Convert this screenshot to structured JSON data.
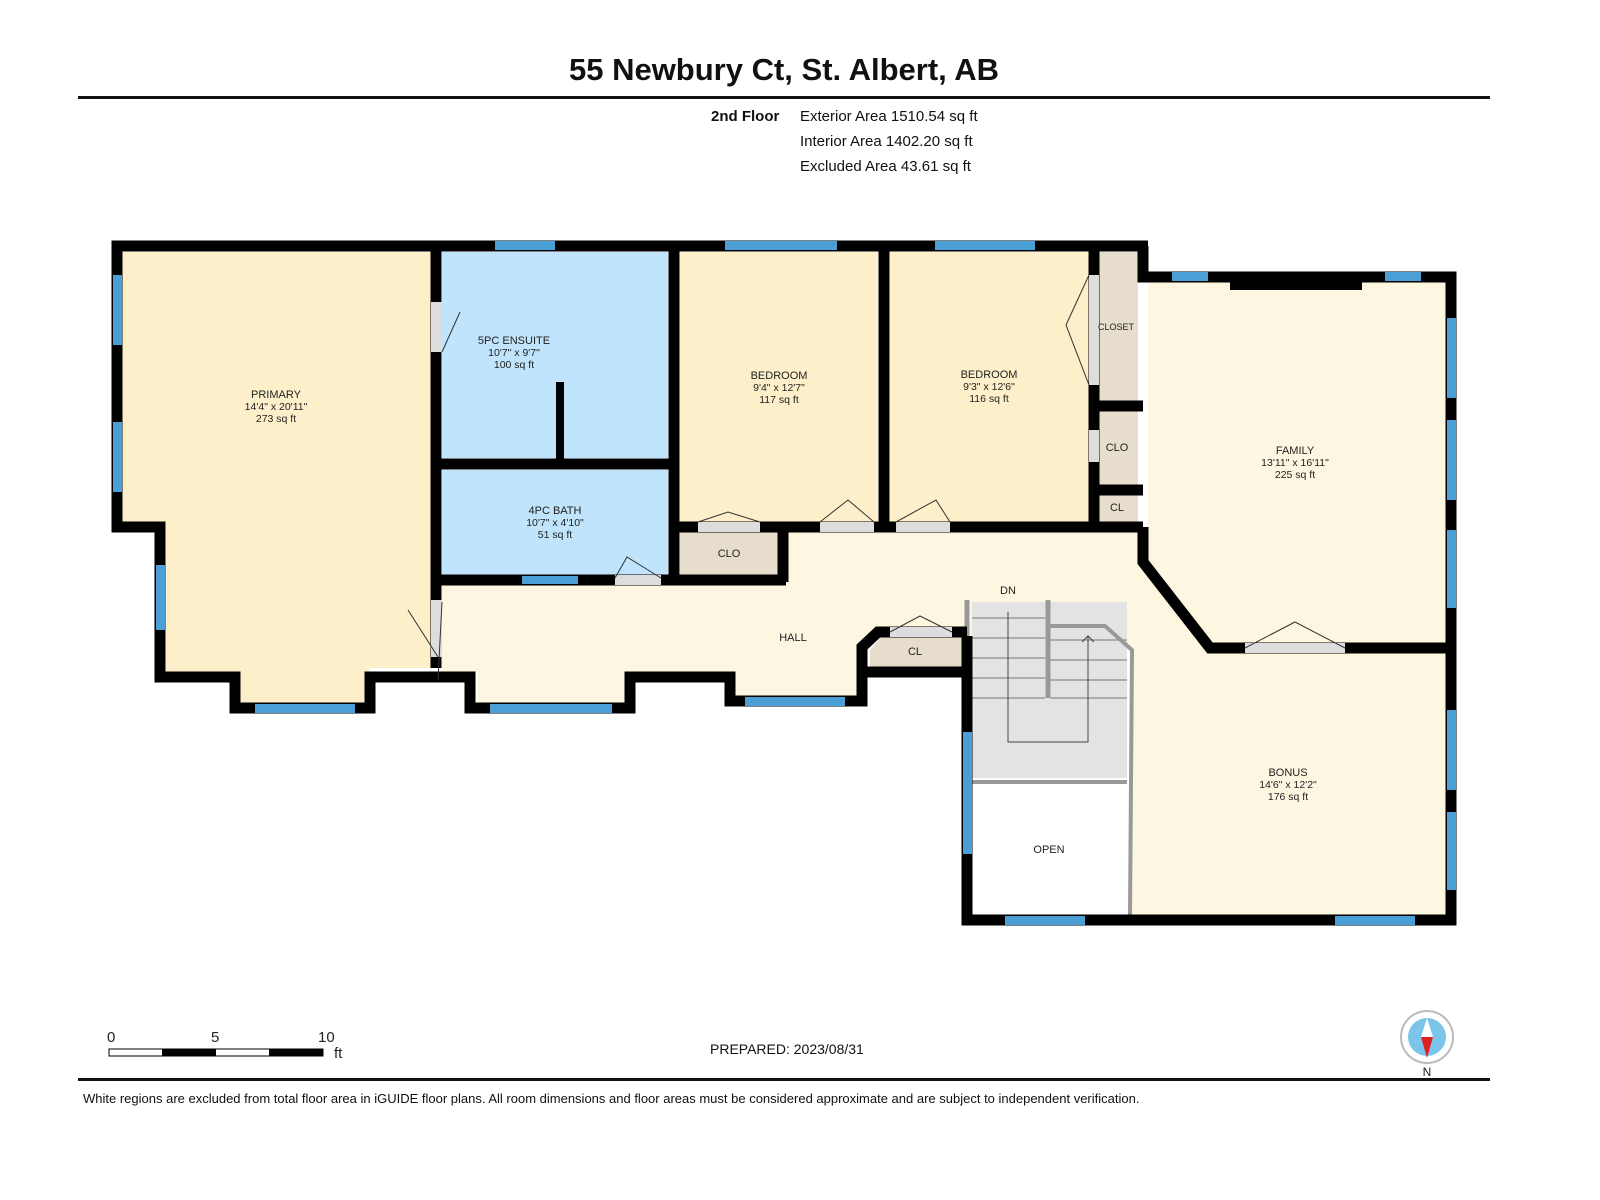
{
  "title": "55 Newbury Ct, St. Albert, AB",
  "floor": {
    "label": "2nd Floor",
    "exterior": "Exterior Area 1510.54 sq ft",
    "interior": "Interior Area 1402.20 sq ft",
    "excluded": "Excluded Area 43.61 sq ft"
  },
  "rooms": {
    "primary": {
      "name": "PRIMARY",
      "dims": "14'4\" x 20'11\"",
      "area": "273 sq ft"
    },
    "ensuite": {
      "name": "5PC ENSUITE",
      "dims": "10'7\" x 9'7\"",
      "area": "100 sq ft"
    },
    "bath": {
      "name": "4PC BATH",
      "dims": "10'7\" x 4'10\"",
      "area": "51 sq ft"
    },
    "bedroom1": {
      "name": "BEDROOM",
      "dims": "9'4\" x 12'7\"",
      "area": "117 sq ft"
    },
    "bedroom2": {
      "name": "BEDROOM",
      "dims": "9'3\" x 12'6\"",
      "area": "116 sq ft"
    },
    "family": {
      "name": "FAMILY",
      "dims": "13'11\" x 16'11\"",
      "area": "225 sq ft"
    },
    "bonus": {
      "name": "BONUS",
      "dims": "14'6\" x 12'2\"",
      "area": "176 sq ft"
    },
    "closet": "CLOSET",
    "clo1": "CLO",
    "clo2": "CLO",
    "cl1": "CL",
    "cl2": "CL",
    "hall": "HALL",
    "open": "OPEN",
    "dn": "DN"
  },
  "scale": {
    "t0": "0",
    "t5": "5",
    "t10": "10",
    "unit": "ft"
  },
  "prepared": "PREPARED: 2023/08/31",
  "compass": "N",
  "footer": "White regions are excluded from total floor area in iGUIDE floor plans. All room dimensions and floor areas must be considered approximate and are subject to independent verification.",
  "colors": {
    "warm": "#fcefc9",
    "light": "#fdf7e2",
    "bath": "#bfe4fb",
    "closet": "#e6ddcd",
    "window": "#4a9fd6",
    "stairs": "#e3e3e3"
  }
}
